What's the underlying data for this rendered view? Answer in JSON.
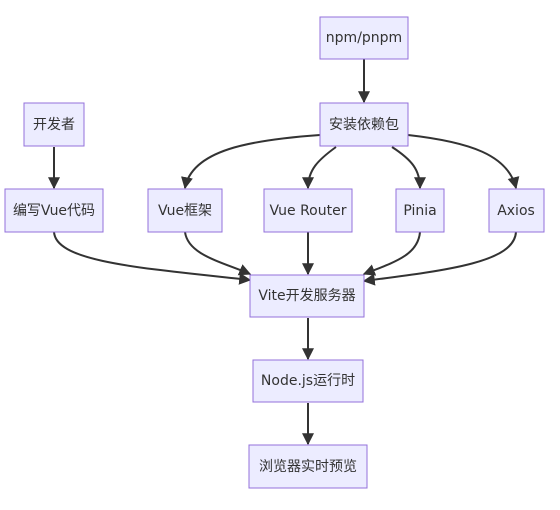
{
  "diagram": {
    "type": "flowchart",
    "colors": {
      "node_fill": "#ECECFF",
      "node_border": "#9370DB",
      "text": "#333333",
      "edge": "#333333",
      "background": "#ffffff"
    },
    "nodes": {
      "npm": "npm/pnpm",
      "install": "安装依赖包",
      "developer": "开发者",
      "write_code": "编写Vue代码",
      "vue_framework": "Vue框架",
      "vue_router": "Vue Router",
      "pinia": "Pinia",
      "axios": "Axios",
      "vite": "Vite开发服务器",
      "node_runtime": "Node.js运行时",
      "browser": "浏览器实时预览"
    },
    "edges": [
      {
        "from": "npm",
        "to": "install"
      },
      {
        "from": "developer",
        "to": "write_code"
      },
      {
        "from": "install",
        "to": "vue_framework"
      },
      {
        "from": "install",
        "to": "vue_router"
      },
      {
        "from": "install",
        "to": "pinia"
      },
      {
        "from": "install",
        "to": "axios"
      },
      {
        "from": "write_code",
        "to": "vite"
      },
      {
        "from": "vue_framework",
        "to": "vite"
      },
      {
        "from": "vue_router",
        "to": "vite"
      },
      {
        "from": "pinia",
        "to": "vite"
      },
      {
        "from": "axios",
        "to": "vite"
      },
      {
        "from": "vite",
        "to": "node_runtime"
      },
      {
        "from": "node_runtime",
        "to": "browser"
      }
    ]
  }
}
